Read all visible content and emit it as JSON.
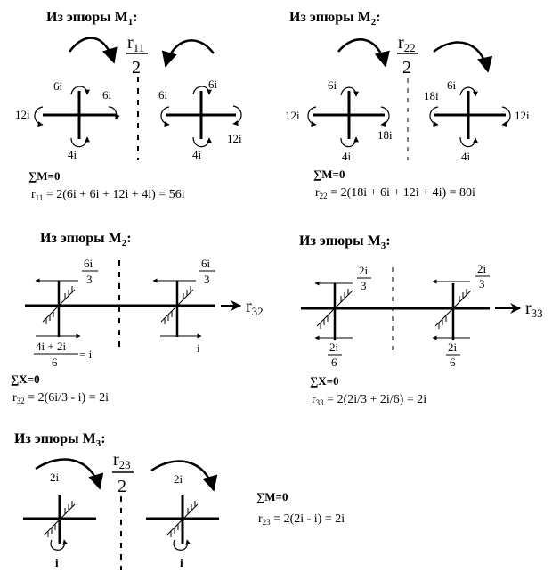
{
  "panel1": {
    "heading_text": "Из эпюры М",
    "heading_sub": "1",
    "heading_colon": ":",
    "reaction_letter": "r",
    "reaction_sub": "11",
    "denominator": "2",
    "labels": {
      "a": "6i",
      "b": "6i",
      "c": "12i",
      "d": "4i",
      "e": "6i",
      "f": "6i",
      "g": "12i",
      "h": "4i"
    },
    "sum_eq": "∑M=0",
    "formula_lhs": "r",
    "formula_sub": "11",
    "formula_rhs": " = 2(6i + 6i + 12i + 4i) = 56i"
  },
  "panel2": {
    "heading_text": "Из эпюры М",
    "heading_sub": "2",
    "heading_colon": ":",
    "reaction_letter": "r",
    "reaction_sub": "22",
    "denominator": "2",
    "labels": {
      "a": "6i",
      "b": "12i",
      "c": "18i",
      "d": "4i",
      "e": "18i",
      "f": "6i",
      "g": "12i",
      "h": "4i"
    },
    "sum_eq": "∑M=0",
    "formula_lhs": "r",
    "formula_sub": "22",
    "formula_rhs": " = 2(18i + 6i + 12i + 4i) = 80i"
  },
  "panel3": {
    "heading_text": "Из эпюры М",
    "heading_sub": "2",
    "heading_colon": ":",
    "frac_left_num": "6i",
    "frac_left_den": "3",
    "frac_right_num": "6i",
    "frac_right_den": "3",
    "bottom_num": "4i + 2i",
    "bottom_den": "6",
    "bottom_eq": "= i",
    "bottom_right": "i",
    "reaction_letter": "r",
    "reaction_sub": "32",
    "sum_eq": "∑X=0",
    "formula_lhs": "r",
    "formula_sub": "32",
    "formula_rhs": " = 2(6i/3 - i) = 2i"
  },
  "panel4": {
    "heading_text": "Из эпюры М",
    "heading_sub": "3",
    "heading_colon": ":",
    "top_left_num": "2i",
    "top_left_den": "3",
    "top_right_num": "2i",
    "top_right_den": "3",
    "bottom_left_num": "2i",
    "bottom_left_den": "6",
    "bottom_right_num": "2i",
    "bottom_right_den": "6",
    "reaction_letter": "r",
    "reaction_sub": "33",
    "sum_eq": "∑X=0",
    "formula_lhs": "r",
    "formula_sub": "33",
    "formula_rhs": " = 2(2i/3 + 2i/6) = 2i"
  },
  "panel5": {
    "heading_text": "Из эпюры М",
    "heading_sub": "3",
    "heading_colon": ":",
    "reaction_letter": "r",
    "reaction_sub": "23",
    "denominator": "2",
    "moment_left": "2i",
    "moment_right": "2i",
    "bottom_left": "i",
    "bottom_right": "i",
    "sum_eq": "∑M=0",
    "formula_lhs": "r",
    "formula_sub": "23",
    "formula_rhs": " = 2(2i - i) = 2i"
  }
}
